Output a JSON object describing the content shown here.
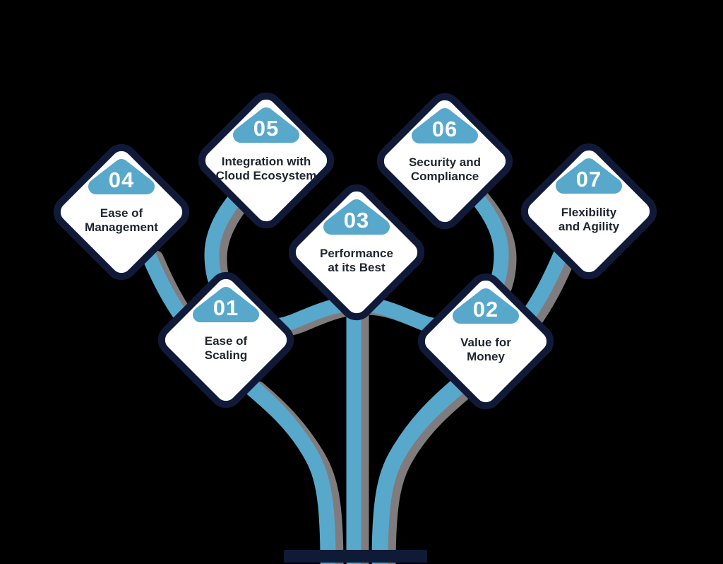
{
  "colors": {
    "background": "#000000",
    "accent": "#58A8CC",
    "navy": "#101A38",
    "baseBar": "#0E1A36",
    "cardFill": "#FFFFFF",
    "labelText": "#1F2430",
    "numberText": "#FFFFFF",
    "stemShadow": "#8E898C"
  },
  "cards": [
    {
      "id": "ease-of-scaling",
      "number": "01",
      "label": "Ease of\nScaling"
    },
    {
      "id": "value-for-money",
      "number": "02",
      "label": "Value for\nMoney"
    },
    {
      "id": "performance",
      "number": "03",
      "label": "Performance\nat its Best"
    },
    {
      "id": "ease-of-management",
      "number": "04",
      "label": "Ease of\nManagement"
    },
    {
      "id": "integration-cloud",
      "number": "05",
      "label": "Integration with\nCloud Ecosystem"
    },
    {
      "id": "security-compliance",
      "number": "06",
      "label": "Security and\nCompliance"
    },
    {
      "id": "flexibility-agility",
      "number": "07",
      "label": "Flexibility\nand Agility"
    }
  ]
}
